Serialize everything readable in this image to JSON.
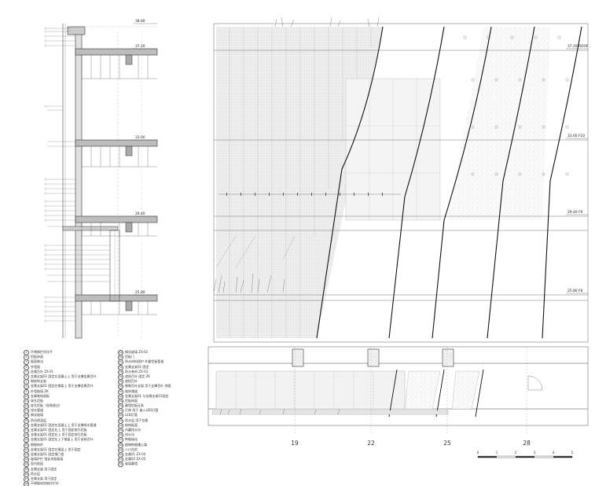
{
  "section_levels": {
    "top": "38.80",
    "roof": "37.20",
    "f10": "33.00",
    "f9": "29.40",
    "f8": "25.80"
  },
  "elevation_levels": [
    {
      "id": "roof",
      "label": "37.20 ROOF"
    },
    {
      "id": "f10",
      "label": "33.00 F10"
    },
    {
      "id": "f9",
      "label": "29.40 F9"
    },
    {
      "id": "f8",
      "label": "25.80 F8"
    }
  ],
  "grid_axes": [
    "19",
    "22",
    "25",
    "28"
  ],
  "scale_bar": [
    "0",
    "1",
    "2",
    "3",
    "4",
    "5"
  ],
  "legend": {
    "left": [
      {
        "n": "1",
        "t": "不锈钢栏杆扶手"
      },
      {
        "n": "2",
        "t": "铝板饰面"
      },
      {
        "n": "3",
        "t": "屋面做法"
      },
      {
        "n": "4",
        "t": "外墙面"
      },
      {
        "n": "5",
        "t": "金属百叶      ZX-01"
      },
      {
        "n": "6",
        "t": "金属支架01 固定在混凝土上  用于支撑金属百叶"
      },
      {
        "n": "7",
        "t": "钢结构支架"
      },
      {
        "n": "8",
        "t": "金属支架01 固定在钢架上  用于支撑金属百叶"
      },
      {
        "n": "9",
        "t": "外墙玻璃  ZK"
      },
      {
        "n": "10",
        "t": "金属装饰面板"
      },
      {
        "n": "11",
        "t": "穿孔铝板"
      },
      {
        "n": "12",
        "t": "穿孔铝板（阳角收边）"
      },
      {
        "n": "13",
        "t": "排水管道"
      },
      {
        "n": "14",
        "t": "钢化玻璃"
      },
      {
        "n": "15",
        "t": "防风保温层"
      },
      {
        "n": "16",
        "t": "金属支架01 固定在混凝土上 用于支撑排水管道"
      },
      {
        "n": "17",
        "t": "金属支架01 固定在上 用于固定穿孔铝板"
      },
      {
        "n": "18",
        "t": "金属支架01 固定在上 用于固定穿孔铝板"
      },
      {
        "n": "19",
        "t": "金属支架01 固定在上下钢梁上 用于安装百叶"
      },
      {
        "n": "20",
        "t": "钢制构件"
      },
      {
        "n": "21",
        "t": "金属支架01 固定在钢梁上 用于固定"
      },
      {
        "n": "22",
        "t": "金属支架01 固定钢门框"
      },
      {
        "n": "23",
        "t": "玻璃护栏 强化夹胶玻璃"
      },
      {
        "n": "24",
        "t": "室内地面"
      },
      {
        "n": "25",
        "t": "金属支架 用于固定"
      },
      {
        "n": "26",
        "t": "防水层"
      },
      {
        "n": "27",
        "t": "金属支架 用于固定"
      },
      {
        "n": "28",
        "t": "不锈钢材质制作栏杆"
      }
    ],
    "right": [
      {
        "n": "29",
        "t": "钢化玻璃        ZX-02"
      },
      {
        "n": "30",
        "t": "铝板门"
      },
      {
        "n": "31",
        "t": "防水材料保护  外露铝板管道"
      },
      {
        "n": "32",
        "t": "金属支架01 固定"
      },
      {
        "n": "33",
        "t": "防水卷材     ZX-03"
      },
      {
        "n": "34",
        "t": "遮阳百叶 固定  ZK"
      },
      {
        "n": "35",
        "t": "遮阳百叶"
      },
      {
        "n": "36",
        "t": "钢制百叶支架 用于支撑百叶  地面"
      },
      {
        "n": "37",
        "t": "维修通道"
      },
      {
        "n": "38",
        "t": "金属支架01 与金属支架01固定"
      },
      {
        "n": "39",
        "t": "铝板饰面"
      },
      {
        "n": "40",
        "t": "幕墙铝板压条"
      },
      {
        "n": "41",
        "t": "灯带 用于 嵌入LED灯管"
      },
      {
        "n": "42",
        "t": "LED灯管"
      },
      {
        "n": "43",
        "t": "防水层 用于包裹"
      },
      {
        "n": "44",
        "t": "结构板面"
      },
      {
        "n": "45",
        "t": "内藏排水沟"
      },
      {
        "n": "46",
        "t": "排水沟"
      },
      {
        "n": "47",
        "t": "种植绿化"
      },
      {
        "n": "48",
        "t": "植物种植槽土壤"
      },
      {
        "n": "49",
        "t": "入口台阶"
      },
      {
        "n": "50",
        "t": "金属01         ZX-04"
      },
      {
        "n": "51",
        "t": "金属02         ZX-05"
      },
      {
        "n": "52",
        "t": "玻璃幕墙"
      }
    ]
  }
}
